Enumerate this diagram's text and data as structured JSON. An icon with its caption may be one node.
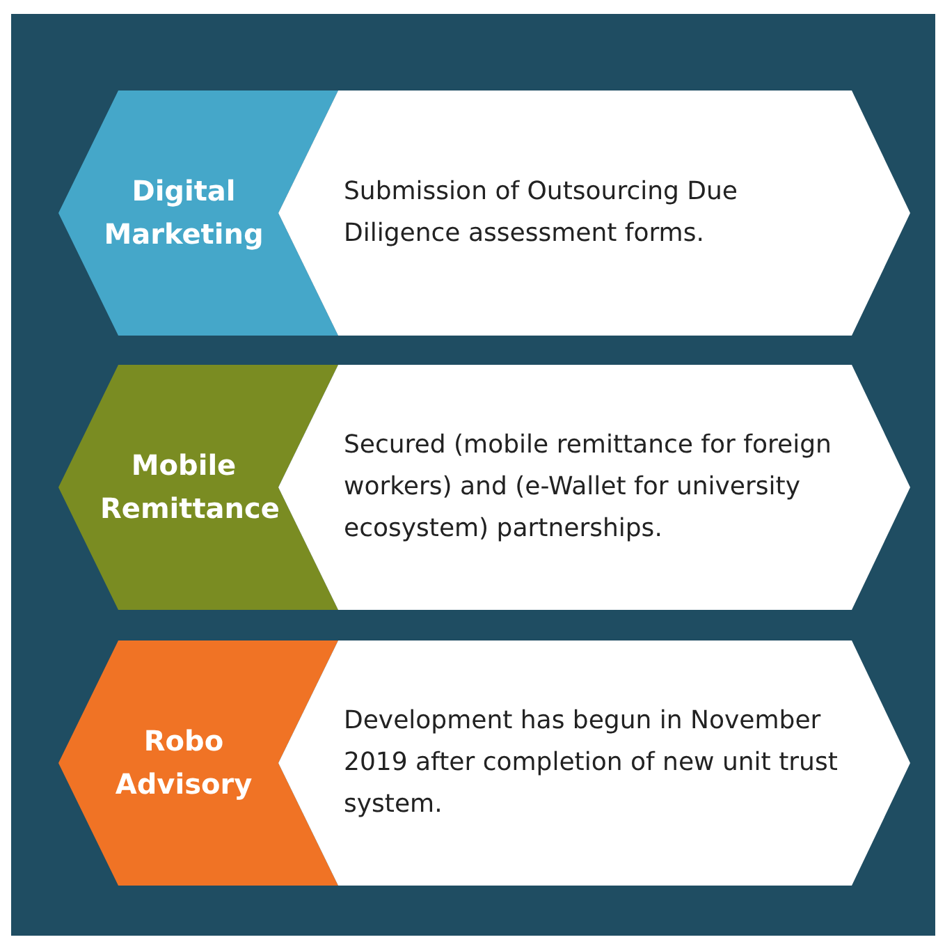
{
  "diagram": {
    "nodes": [
      {
        "text": [
          "Digital Marketing"
        ]
      },
      {
        "text": [
          "Submission of Outsourcing Due Diligence assessment forms."
        ]
      },
      {
        "text": [
          "Mobile Remittance"
        ]
      },
      {
        "text": [
          "Secured (mobile remittance for foreign workers) and (e-Wallet for university ecosystem) partnerships."
        ]
      },
      {
        "text": [
          "Robo Advisory"
        ]
      },
      {
        "text": [
          "Development has begun in November 2019 after completion of new unit trust system."
        ]
      }
    ]
  }
}
